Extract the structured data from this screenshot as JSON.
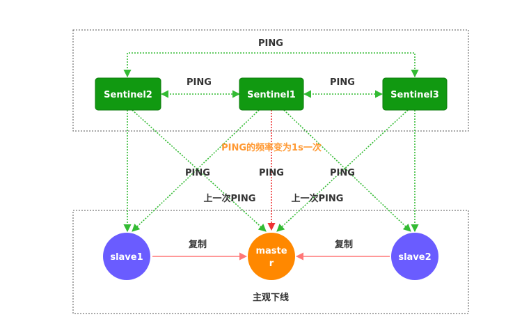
{
  "sentinels": {
    "s1": "Sentinel1",
    "s2": "Sentinel2",
    "s3": "Sentinel3"
  },
  "nodes": {
    "master_line1": "maste",
    "master_line2": "r",
    "slave1": "slave1",
    "slave2": "slave2"
  },
  "labels": {
    "ping_top": "PING",
    "ping_s2_s1": "PING",
    "ping_s1_s3": "PING",
    "frequency_note": "PING的频率变为1s一次",
    "ping_left": "PING",
    "ping_center": "PING",
    "ping_right": "PING",
    "last_ping_left": "上一次PING",
    "last_ping_right": "上一次PING",
    "replicate_left": "复制",
    "replicate_right": "复制",
    "subjective_down": "主观下线"
  },
  "colors": {
    "sentinel_fill": "#119911",
    "sentinel_stroke": "#0a7a0a",
    "slave_fill": "#6a5cff",
    "master_fill": "#ff8800",
    "ping_green": "#33bb33",
    "ping_red": "#ee3333",
    "replicate_line": "#ff7777",
    "note_orange": "#ff9933",
    "box_border": "#555555"
  }
}
